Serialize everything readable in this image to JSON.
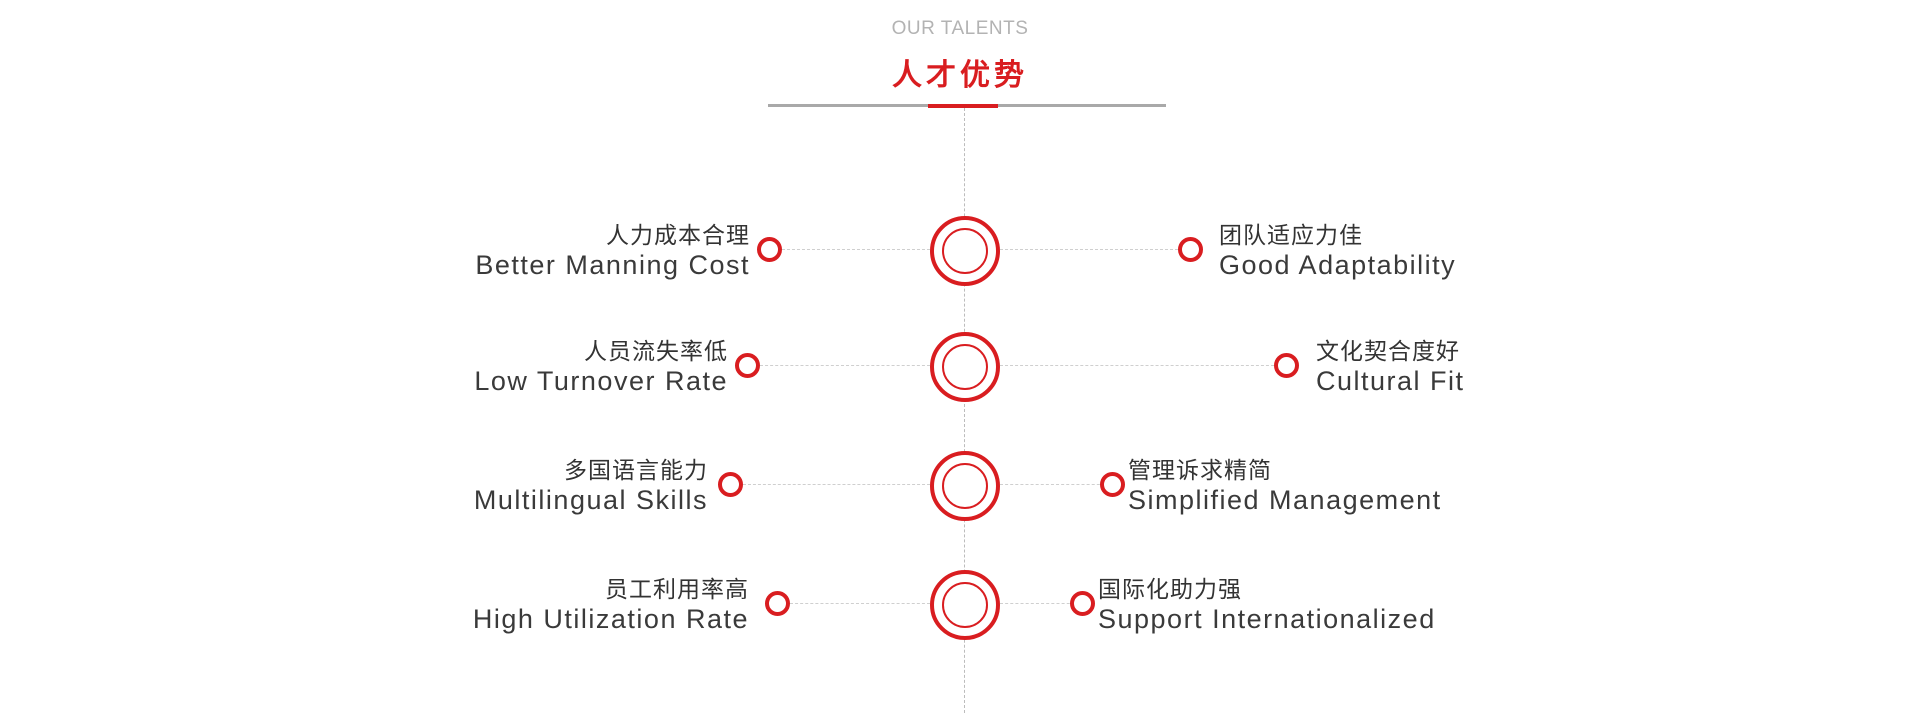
{
  "header": {
    "eyebrow": "OUR TALENTS",
    "title": "人才优势"
  },
  "colors": {
    "accent": "#d91d20",
    "text": "#333333",
    "rule": "#a9a9a9",
    "dashes": "#cfcfcf"
  },
  "advantages": [
    {
      "left": {
        "zh": "人力成本合理",
        "en": "Better Manning Cost"
      },
      "right": {
        "zh": "团队适应力佳",
        "en": "Good Adaptability"
      }
    },
    {
      "left": {
        "zh": "人员流失率低",
        "en": "Low Turnover Rate"
      },
      "right": {
        "zh": "文化契合度好",
        "en": "Cultural Fit"
      }
    },
    {
      "left": {
        "zh": "多国语言能力",
        "en": "Multilingual Skills"
      },
      "right": {
        "zh": "管理诉求精简",
        "en": "Simplified Management"
      }
    },
    {
      "left": {
        "zh": "员工利用率高",
        "en": "High Utilization Rate"
      },
      "right": {
        "zh": "国际化助力强",
        "en": "Support Internationalized"
      }
    }
  ]
}
